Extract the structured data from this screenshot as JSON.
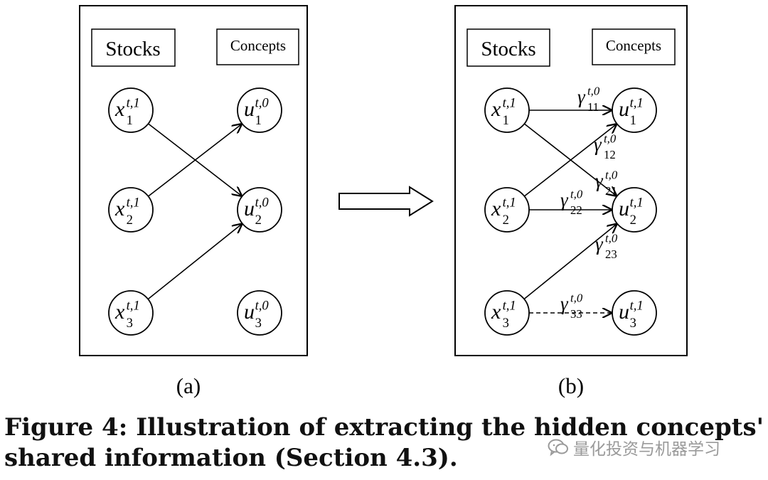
{
  "panel_a": {
    "header_left": "Stocks",
    "header_right": "Concepts",
    "label": "(a)",
    "stock_nodes": [
      {
        "base": "x",
        "sub": "1",
        "sup": "t,1"
      },
      {
        "base": "x",
        "sub": "2",
        "sup": "t,1"
      },
      {
        "base": "x",
        "sub": "3",
        "sup": "t,1"
      }
    ],
    "concept_nodes": [
      {
        "base": "u",
        "sub": "1",
        "sup": "t,0"
      },
      {
        "base": "u",
        "sub": "2",
        "sup": "t,0"
      },
      {
        "base": "u",
        "sub": "3",
        "sup": "t,0"
      }
    ],
    "edges": [
      {
        "from": 1,
        "to": 2,
        "style": "solid"
      },
      {
        "from": 2,
        "to": 1,
        "style": "solid"
      },
      {
        "from": 3,
        "to": 2,
        "style": "solid"
      }
    ]
  },
  "panel_b": {
    "header_left": "Stocks",
    "header_right": "Concepts",
    "label": "(b)",
    "stock_nodes": [
      {
        "base": "x",
        "sub": "1",
        "sup": "t,1"
      },
      {
        "base": "x",
        "sub": "2",
        "sup": "t,1"
      },
      {
        "base": "x",
        "sub": "3",
        "sup": "t,1"
      }
    ],
    "concept_nodes": [
      {
        "base": "u",
        "sub": "1",
        "sup": "t,1"
      },
      {
        "base": "u",
        "sub": "2",
        "sup": "t,1"
      },
      {
        "base": "u",
        "sub": "3",
        "sup": "t,1"
      }
    ],
    "edges": [
      {
        "from": 1,
        "to": 1,
        "style": "solid"
      },
      {
        "from": 1,
        "to": 2,
        "style": "solid"
      },
      {
        "from": 2,
        "to": 1,
        "style": "solid"
      },
      {
        "from": 2,
        "to": 2,
        "style": "solid"
      },
      {
        "from": 3,
        "to": 2,
        "style": "solid"
      },
      {
        "from": 3,
        "to": 3,
        "style": "dashed"
      }
    ],
    "weights": [
      {
        "base": "γ",
        "sub": "11",
        "sup": "t,0"
      },
      {
        "base": "γ",
        "sub": "12",
        "sup": "t,0"
      },
      {
        "base": "γ",
        "sub": "21",
        "sup": "t,0"
      },
      {
        "base": "γ",
        "sub": "22",
        "sup": "t,0"
      },
      {
        "base": "γ",
        "sub": "23",
        "sup": "t,0"
      },
      {
        "base": "γ",
        "sub": "33",
        "sup": "t,0"
      }
    ]
  },
  "caption": "Figure 4: Illustration of extracting the hidden concepts' shared information (Section 4.3).",
  "watermark": "量化投资与机器学习",
  "icons": {
    "transition_arrow": "right-hollow-arrow-icon",
    "watermark": "wechat-icon"
  }
}
